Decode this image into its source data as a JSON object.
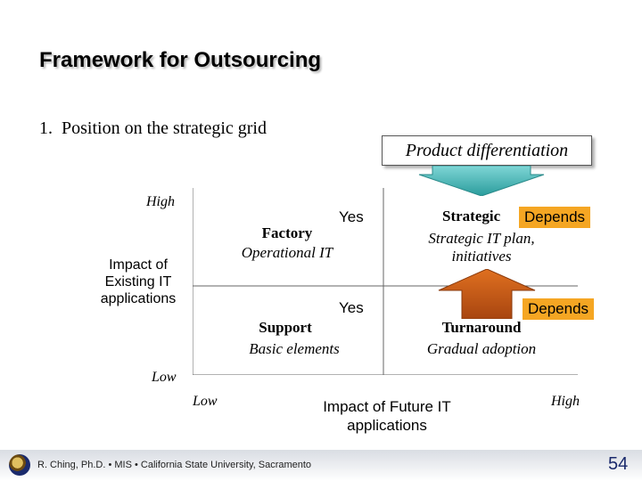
{
  "title": "Framework for Outsourcing",
  "bullet": {
    "number": "1.",
    "text": "Position on the strategic grid"
  },
  "product_differentiation": "Product differentiation",
  "y_axis": {
    "high": "High",
    "low": "Low",
    "label": "Impact of Existing IT applications"
  },
  "x_axis": {
    "low": "Low",
    "high": "High",
    "label": "Impact of Future IT applications"
  },
  "quadrants": {
    "top_left": {
      "title": "Factory",
      "subtitle": "Operational IT",
      "flag": "Yes"
    },
    "top_right": {
      "title": "Strategic",
      "subtitle": "Strategic IT plan, initiatives",
      "flag": "Depends"
    },
    "bottom_left": {
      "title": "Support",
      "subtitle": "Basic elements",
      "flag": "Yes"
    },
    "bottom_right": {
      "title": "Turnaround",
      "subtitle": "Gradual adoption",
      "flag": "Depends"
    }
  },
  "colors": {
    "down_arrow": "#3fb6b6",
    "up_arrow": "#d9641e",
    "depends_highlight": "#f5a623"
  },
  "footer": {
    "text": "R. Ching, Ph.D. • MIS • California State University, Sacramento",
    "page": "54"
  }
}
